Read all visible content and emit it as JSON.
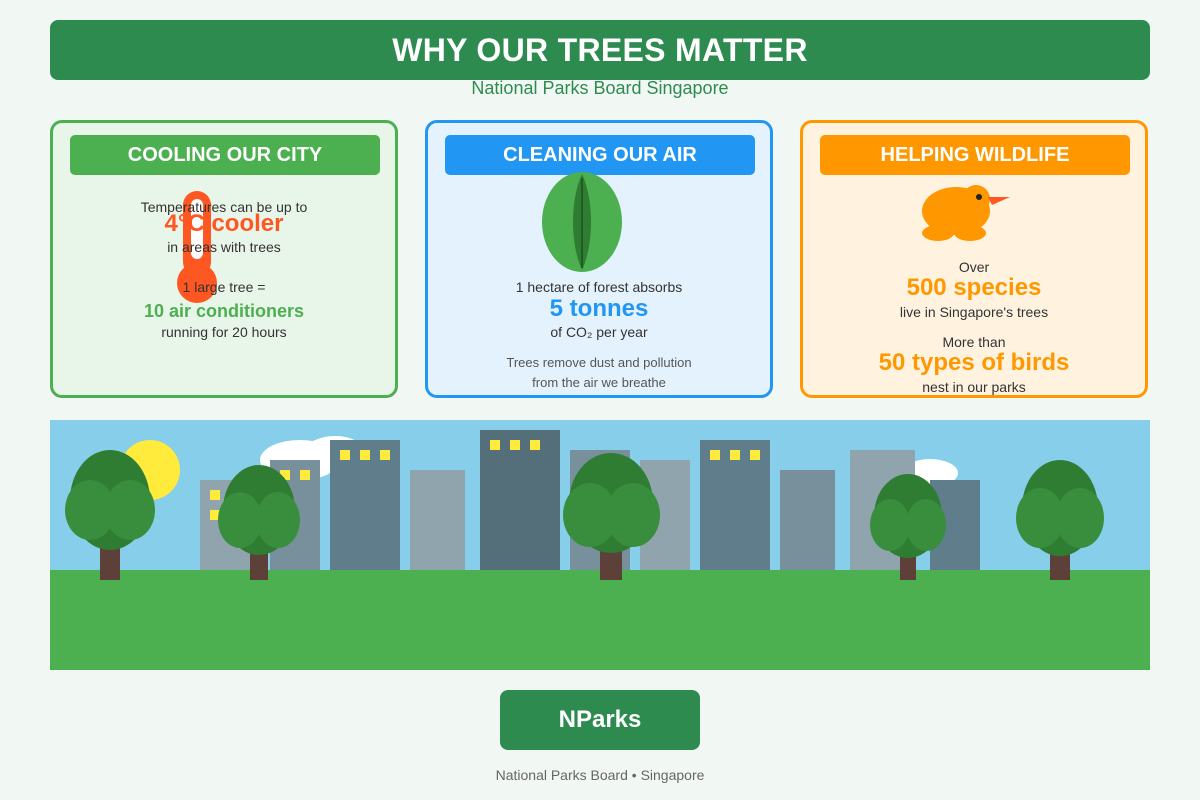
{
  "header": {
    "title": "WHY OUR TREES MATTER",
    "subtitle": "National Parks Board Singapore"
  },
  "cards": [
    {
      "heading": "COOLING OUR CITY",
      "icon": "thermometer-icon",
      "accent": "#4caf50",
      "lines": {
        "intro": "Temperatures can be up to",
        "highlight": "4°C cooler",
        "tail": "in areas with trees",
        "equation": "1 large tree =",
        "stat": "10 air conditioners",
        "stat_tail": "running for 20 hours"
      }
    },
    {
      "heading": "CLEANING OUR AIR",
      "icon": "leaf-icon",
      "accent": "#2196f3",
      "lines": {
        "intro": "1 hectare of forest absorbs",
        "highlight": "5 tonnes",
        "tail": "of CO₂ per year",
        "note_1": "Trees remove dust and pollution",
        "note_2": "from the air we breathe"
      }
    },
    {
      "heading": "HELPING WILDLIFE",
      "icon": "bird-icon",
      "accent": "#ff9800",
      "lines": {
        "intro": "Over",
        "highlight": "500 species",
        "tail": "live in Singapore's trees",
        "intro_2": "More than",
        "highlight_2": "50 types of birds",
        "tail_2": "nest in our parks"
      }
    }
  ],
  "colors": {
    "primary": "#2e8b50",
    "sky": "#87ceeb",
    "grass": "#4caf50",
    "sun": "#ffeb3b",
    "thermometer": "#ff5722"
  },
  "logo": {
    "label": "NParks"
  },
  "footer": {
    "text": "National Parks Board • Singapore"
  }
}
